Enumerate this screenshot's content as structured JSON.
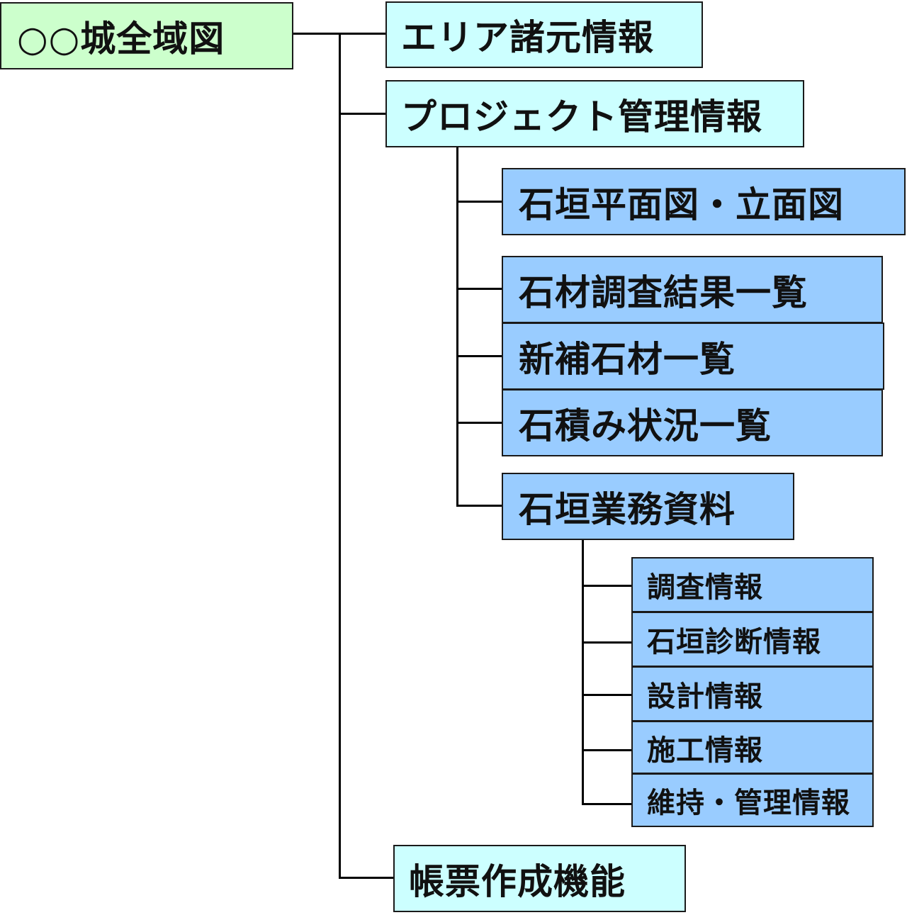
{
  "colors": {
    "root_fill": "#ccffcc",
    "level1_fill": "#ccffff",
    "level2_fill": "#99ccff",
    "line": "#000000"
  },
  "root": {
    "label": "○○城全域図"
  },
  "level1": [
    {
      "label": "エリア諸元情報"
    },
    {
      "label": "プロジェクト管理情報"
    },
    {
      "label": "帳票作成機能"
    }
  ],
  "project_children": [
    {
      "label": "石垣平面図・立面図"
    },
    {
      "label": "石材調査結果一覧"
    },
    {
      "label": "新補石材一覧"
    },
    {
      "label": "石積み状況一覧"
    },
    {
      "label": "石垣業務資料"
    }
  ],
  "business_children": [
    {
      "label": "調査情報"
    },
    {
      "label": "石垣診断情報"
    },
    {
      "label": "設計情報"
    },
    {
      "label": "施工情報"
    },
    {
      "label": "維持・管理情報"
    }
  ]
}
